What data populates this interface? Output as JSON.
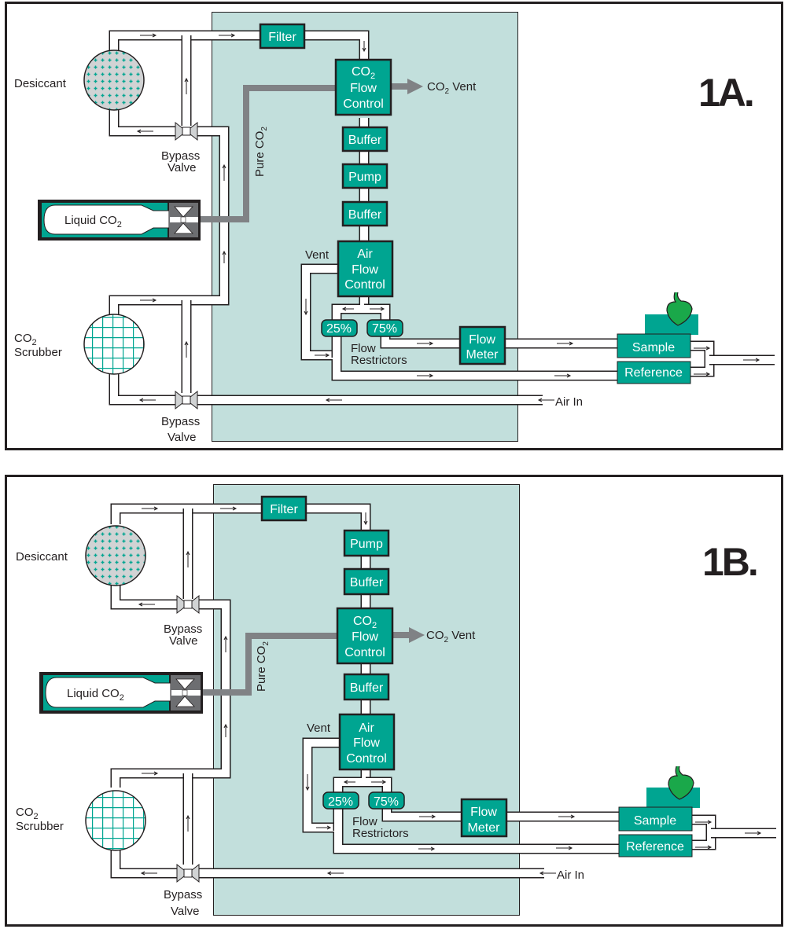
{
  "panels": [
    {
      "id": "1A",
      "title": "1A.",
      "labels": {
        "desiccant": "Desiccant",
        "bypass_top": [
          "Bypass",
          "Valve"
        ],
        "liquid_co2": "Liquid CO",
        "liquid_co2_sub": "2",
        "pure_co2": "Pure CO",
        "pure_co2_sub": "2",
        "scrubber": [
          "CO",
          "Scrubber"
        ],
        "scrubber_sub": "2",
        "bypass_bottom": [
          "Bypass",
          "Valve"
        ],
        "filter": "Filter",
        "co2_flow_control": [
          "CO",
          "Flow",
          "Control"
        ],
        "co2_sub": "2",
        "co2_vent": "CO",
        "co2_vent_sub": "2",
        "co2_vent_suffix": " Vent",
        "chain": [
          "Buffer",
          "Pump",
          "Buffer"
        ],
        "vent": "Vent",
        "air_flow_control": [
          "Air",
          "Flow",
          "Control"
        ],
        "r25": "25%",
        "r75": "75%",
        "flow_restrictors": [
          "Flow",
          "Restrictors"
        ],
        "flow_meter": [
          "Flow",
          "Meter"
        ],
        "sample": "Sample",
        "reference": "Reference",
        "air_in": "Air In"
      }
    },
    {
      "id": "1B",
      "title": "1B.",
      "labels": {
        "desiccant": "Desiccant",
        "bypass_top": [
          "Bypass",
          "Valve"
        ],
        "liquid_co2": "Liquid CO",
        "liquid_co2_sub": "2",
        "pure_co2": "Pure CO",
        "pure_co2_sub": "2",
        "scrubber": [
          "CO",
          "Scrubber"
        ],
        "scrubber_sub": "2",
        "bypass_bottom": [
          "Bypass",
          "Valve"
        ],
        "filter": "Filter",
        "chain_top": [
          "Pump",
          "Buffer"
        ],
        "co2_flow_control": [
          "CO",
          "Flow",
          "Control"
        ],
        "co2_sub": "2",
        "co2_vent": "CO",
        "co2_vent_sub": "2",
        "co2_vent_suffix": " Vent",
        "chain_bottom": [
          "Buffer"
        ],
        "vent": "Vent",
        "air_flow_control": [
          "Air",
          "Flow",
          "Control"
        ],
        "r25": "25%",
        "r75": "75%",
        "flow_restrictors": [
          "Flow",
          "Restrictors"
        ],
        "flow_meter": [
          "Flow",
          "Meter"
        ],
        "sample": "Sample",
        "reference": "Reference",
        "air_in": "Air In"
      }
    }
  ],
  "colors": {
    "teal": "#00a591",
    "panel_bg": "#c2dfdc",
    "co2_gray": "#808285",
    "leaf": "#1aa84a",
    "desiccant_fill": "#d1d3d4"
  }
}
